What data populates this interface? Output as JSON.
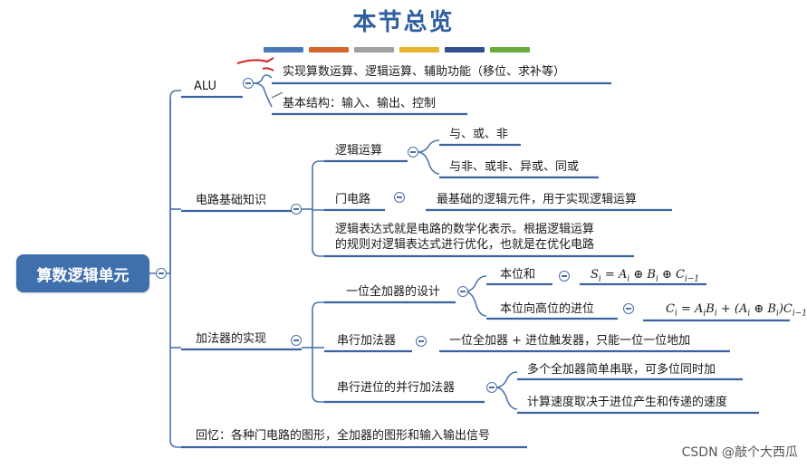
{
  "title": "本节总览",
  "swatches": [
    "#4a78b8",
    "#d2662e",
    "#a0a0a0",
    "#e9b52c",
    "#2f4f8f",
    "#6aaa3a"
  ],
  "root": "算数逻辑单元",
  "alu": {
    "label": "ALU",
    "children": [
      "实现算数运算、逻辑运算、辅助功能（移位、求补等）",
      "基本结构：输入、输出、控制"
    ]
  },
  "circuit": {
    "label": "电路基础知识",
    "logic_op": {
      "label": "逻辑运算",
      "children": [
        "与、或、非",
        "与非、或非、异或、同或"
      ]
    },
    "gate": {
      "label": "门电路",
      "desc": "最基础的逻辑元件，用于实现逻辑运算"
    },
    "expr_line1": "逻辑表达式就是电路的数学化表示。根据逻辑运算",
    "expr_line2": "的规则对逻辑表达式进行优化，也就是在优化电路"
  },
  "adder": {
    "label": "加法器的实现",
    "full_adder": {
      "label": "一位全加器的设计",
      "sum": {
        "label": "本位和"
      },
      "carry": {
        "label": "本位向高位的进位"
      }
    },
    "serial": {
      "label": "串行加法器",
      "desc": "一位全加器 + 进位触发器，只能一位一位地加"
    },
    "parallel": {
      "label": "串行进位的并行加法器",
      "children": [
        "多个全加器简单串联，可多位同时加",
        "计算速度取决于进位产生和传递的速度"
      ]
    }
  },
  "recall": "回忆：各种门电路的图形，全加器的图形和输入输出信号",
  "watermark": "CSDN @敲个大西瓜"
}
